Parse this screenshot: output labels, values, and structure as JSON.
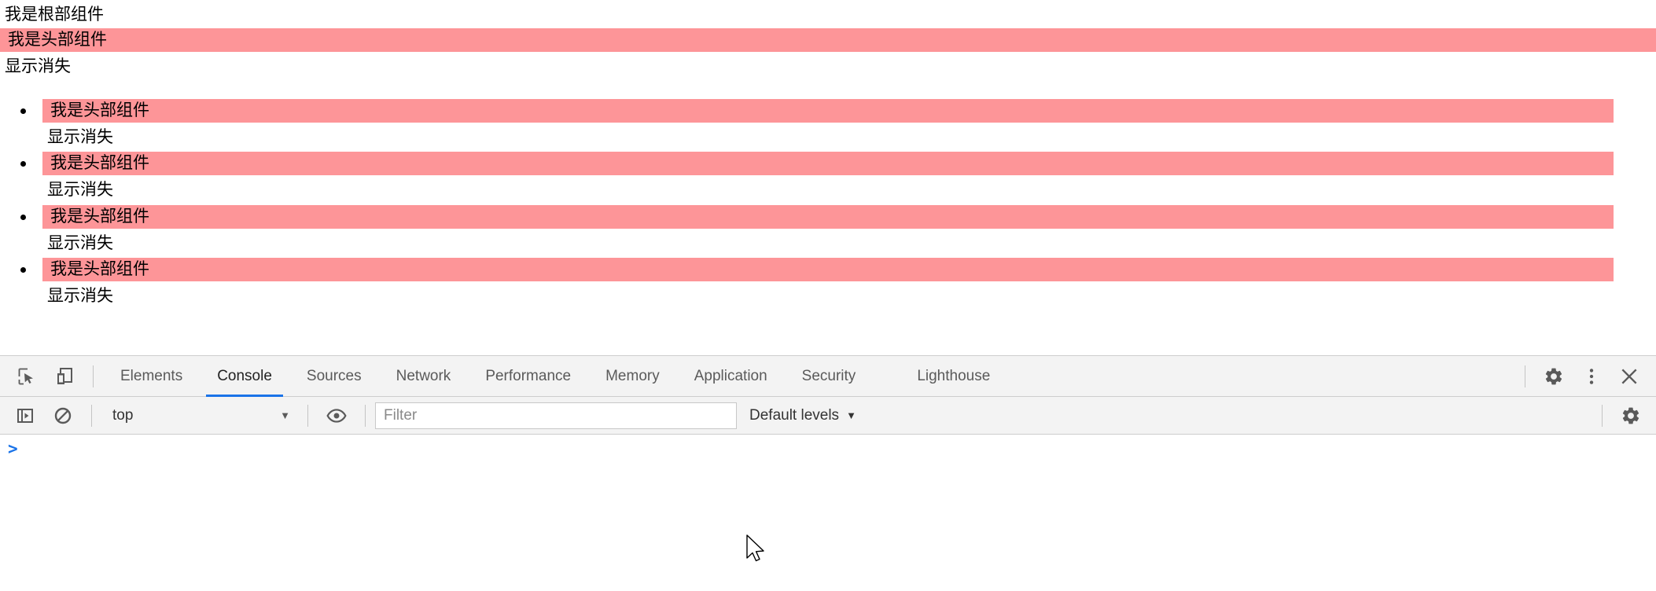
{
  "page": {
    "root_label": "我是根部组件",
    "header_text": "我是头部组件",
    "toggle_text": "显示消失",
    "list_items": [
      {
        "header": "我是头部组件",
        "toggle": "显示消失"
      },
      {
        "header": "我是头部组件",
        "toggle": "显示消失"
      },
      {
        "header": "我是头部组件",
        "toggle": "显示消失"
      },
      {
        "header": "我是头部组件",
        "toggle": "显示消失"
      }
    ],
    "colors": {
      "header_bg": "#fd9598",
      "text": "#000000"
    }
  },
  "devtools": {
    "tabs": [
      {
        "label": "Elements",
        "active": false
      },
      {
        "label": "Console",
        "active": true
      },
      {
        "label": "Sources",
        "active": false
      },
      {
        "label": "Network",
        "active": false
      },
      {
        "label": "Performance",
        "active": false
      },
      {
        "label": "Memory",
        "active": false
      },
      {
        "label": "Application",
        "active": false
      },
      {
        "label": "Security",
        "active": false
      },
      {
        "label": "Lighthouse",
        "active": false
      }
    ],
    "toolbar_icons": {
      "inspect": "inspect-element-icon",
      "device": "device-toolbar-icon",
      "settings": "gear-icon",
      "more": "more-options-icon",
      "close": "close-icon"
    },
    "filter_bar": {
      "sidebar_toggle": "console-sidebar-icon",
      "clear": "clear-console-icon",
      "context": "top",
      "context_caret": "▼",
      "eye": "live-expression-icon",
      "filter_placeholder": "Filter",
      "filter_value": "",
      "levels_label": "Default levels",
      "levels_caret": "▼",
      "settings": "gear-icon"
    },
    "console": {
      "prompt_caret": ">",
      "prompt_value": ""
    },
    "accent_color": "#1a73e8"
  }
}
